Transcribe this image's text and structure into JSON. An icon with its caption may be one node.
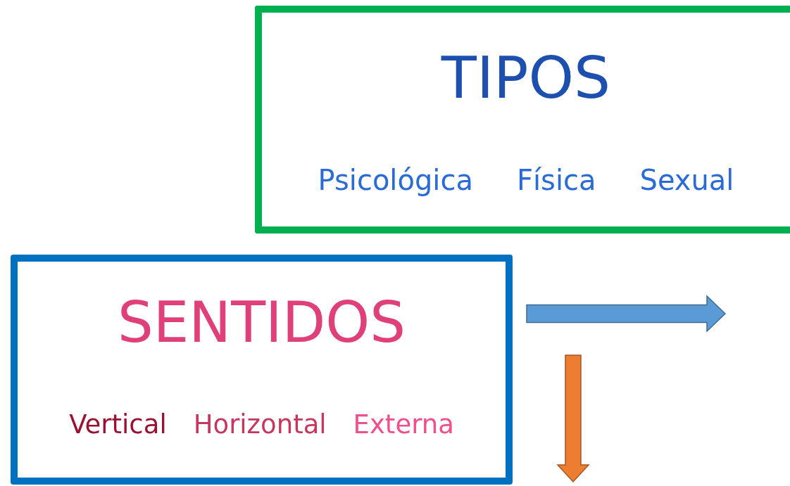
{
  "diagram": {
    "nodes": [
      {
        "text": [
          "TIPOS",
          "Psicológica",
          "Física",
          "Sexual"
        ]
      },
      {
        "text": [
          "SENTIDOS",
          "Vertical",
          "Horizontal",
          "Externa"
        ]
      }
    ]
  }
}
